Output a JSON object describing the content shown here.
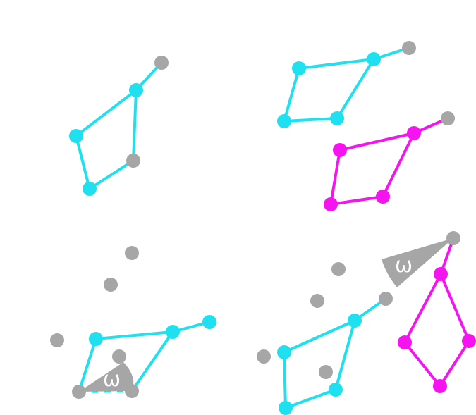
{
  "colors": {
    "cyan": "#1fe0ee",
    "magenta": "#f514f0",
    "gray": "#a6a6a6",
    "background": "#ffffff"
  },
  "symbol": "ω",
  "panels": [
    {
      "name": "panel-top-left",
      "description_free": true
    },
    {
      "name": "panel-top-right"
    },
    {
      "name": "panel-bottom-left"
    },
    {
      "name": "panel-bottom-right"
    }
  ]
}
